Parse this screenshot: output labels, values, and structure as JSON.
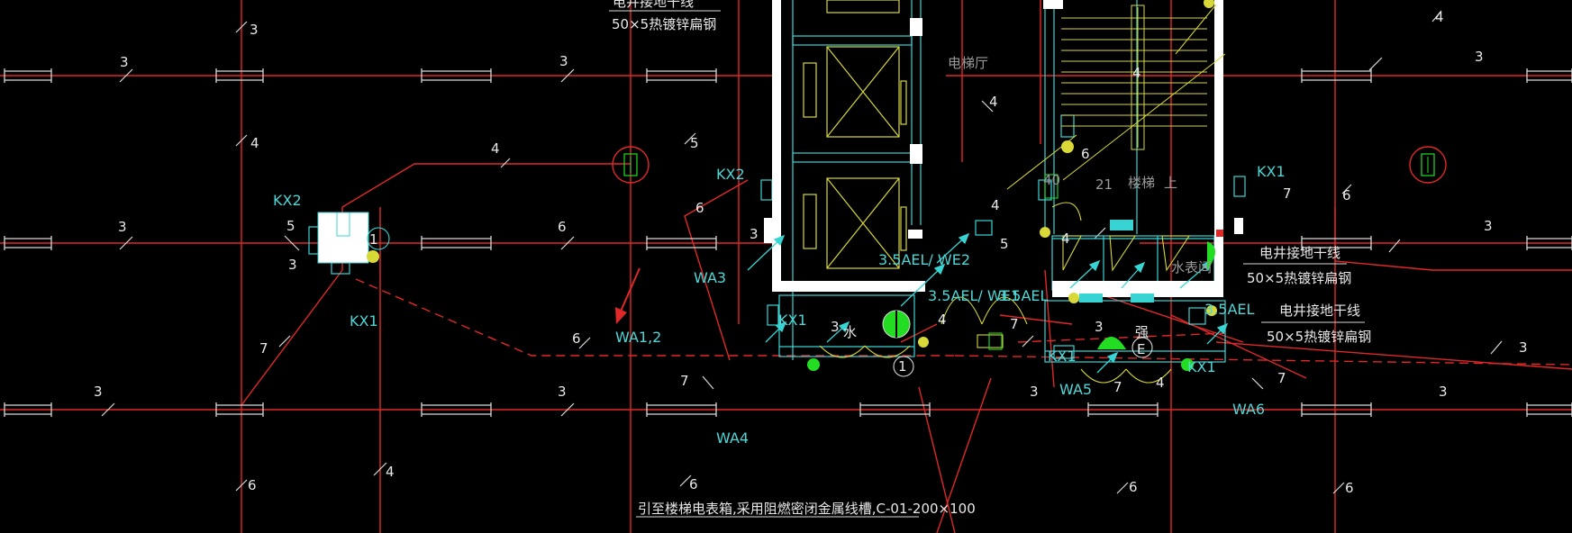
{
  "drawing": {
    "background": "#000000",
    "colors": {
      "red": "#e02828",
      "cyan": "#38d4d4",
      "white": "#ffffff",
      "yellow": "#d8d838",
      "green": "#22dd22",
      "gray": "#9a9a9a",
      "orange": "#e8b030"
    },
    "annotations": {
      "grounding_top": "电井接地干线",
      "grounding_top_spec": "50×5热镀锌扁钢",
      "elevator_hall": "电梯厅",
      "stair_up": "上",
      "stair_21": "21",
      "stair_40": "40",
      "stair_left_label": "楼梯",
      "grounding_right_1": "电井接地干线",
      "grounding_right_1_spec": "50×5热镀锌扁钢",
      "grounding_right_2": "电井接地干线",
      "grounding_right_2_spec": "50×5热镀锌扁钢",
      "water_meter": "水表间",
      "bottom_note": "引至楼梯电表箱,采用阻燃密闭金属线槽,C-01-200×100",
      "kx2_left": "KX2",
      "kx1_left": "KX1",
      "kx2_center": "KX2",
      "kx1_center": "KX1",
      "kx1_right": "KX1",
      "kx1_bottom_a": "KX1",
      "kx1_bottom_b": "KX1",
      "wa12": "WA1,2",
      "wa3": "WA3",
      "wa4": "WA4",
      "wa5": "WA5",
      "wa6": "WA6",
      "we2": "3.5AEL/ WE2",
      "we1": "3.5AEL/ WE1",
      "ael_35": "3.5AEL",
      "ael_right": "3.5AEL",
      "l40": "40",
      "water_label": "水",
      "strong_label": "强",
      "e_label": "E"
    },
    "numbers": {
      "n1": "3",
      "n2": "4",
      "n3": "3",
      "n4": "3",
      "n5": "4",
      "n6": "5",
      "n7": "4",
      "n8": "5",
      "n9": "3",
      "n10": "3",
      "n11": "6",
      "n12": "6",
      "n13": "3",
      "n14": "6",
      "n15": "7",
      "n16": "7",
      "n17": "3",
      "n18": "3",
      "n19": "4",
      "n20": "6",
      "n21": "4",
      "n22": "6",
      "n23": "4",
      "n24": "5",
      "n25": "7",
      "n26": "3",
      "n27": "7",
      "n28": "3",
      "n29": "6",
      "n30": "7",
      "n31": "3",
      "n32": "3",
      "n33": "6",
      "n34": "4",
      "n35": "6",
      "n36": "3",
      "n37": "3",
      "n38": "4",
      "n39": "7",
      "n40": "3",
      "n41": "6",
      "n42": "4",
      "n43": "1",
      "n44": "1",
      "n45": "4"
    }
  }
}
